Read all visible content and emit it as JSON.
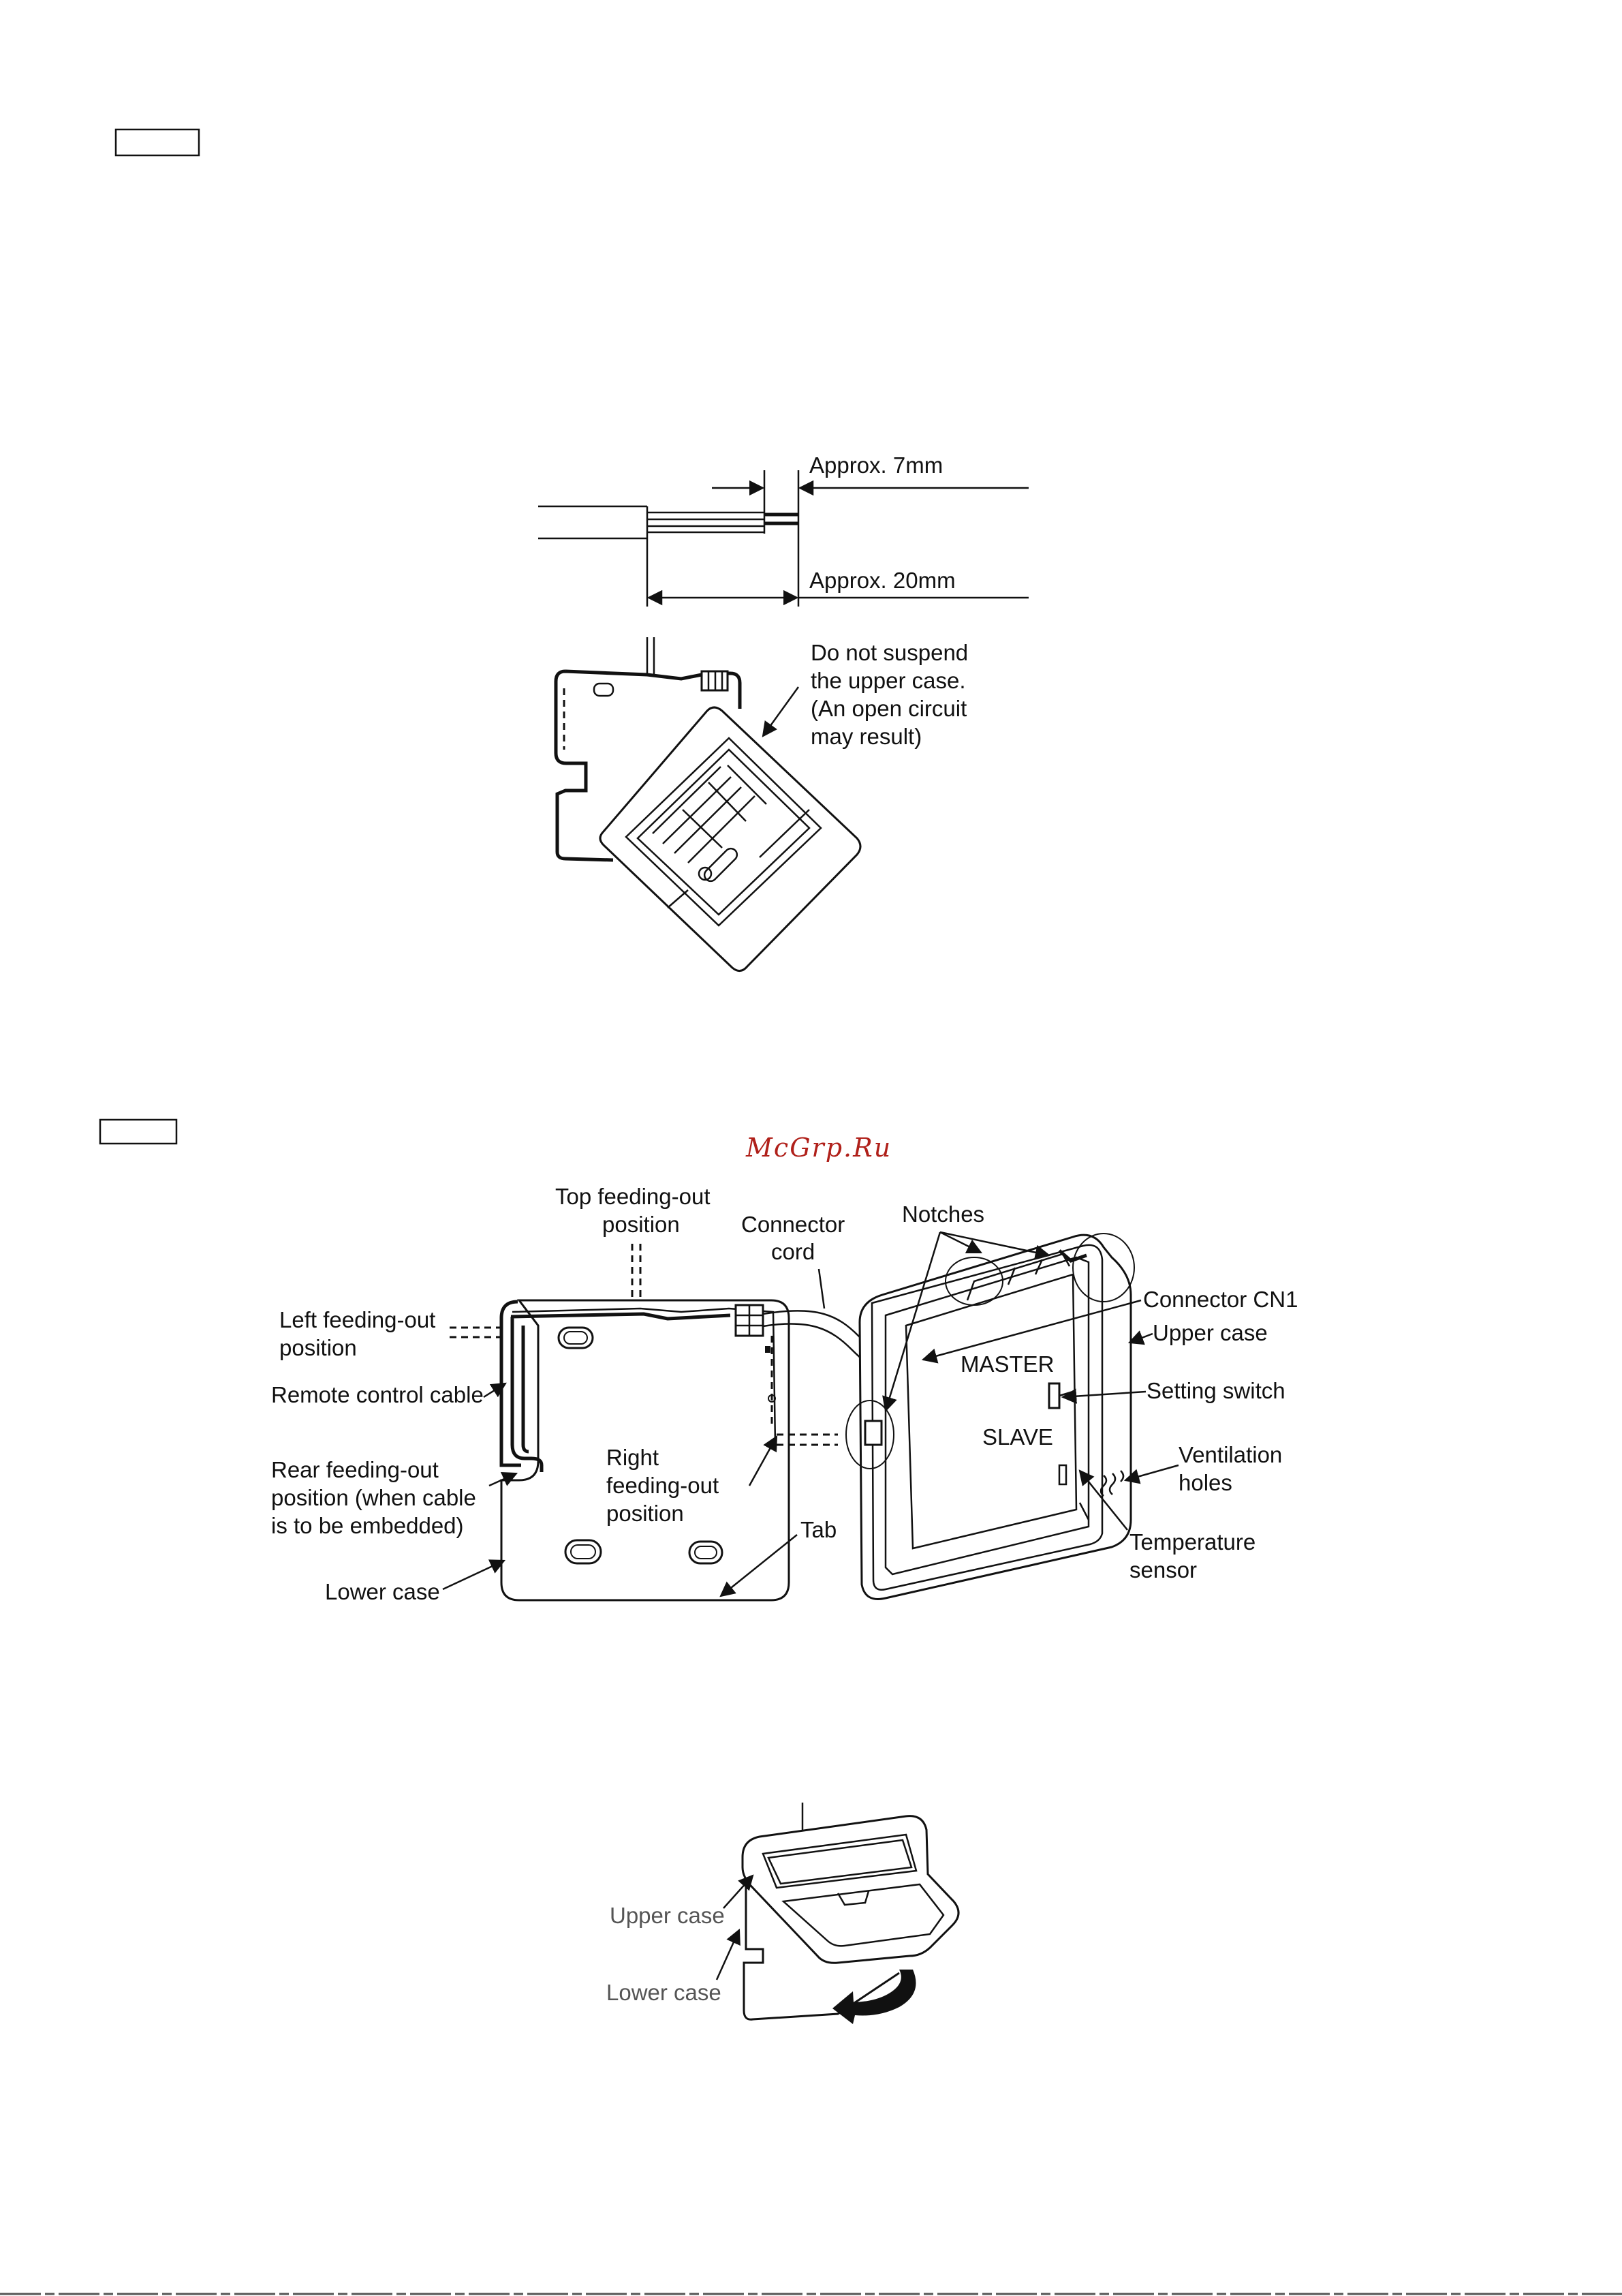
{
  "watermark": "McGrp.Ru",
  "watermark_color": "#b0201a",
  "figure1": {
    "dim_7mm": "Approx. 7mm",
    "dim_20mm": "Approx. 20mm",
    "warning": [
      "Do not suspend",
      "the upper case.",
      "(An open circuit",
      "may result)"
    ]
  },
  "figure2": {
    "top_feeding": [
      "Top feeding-out",
      "position"
    ],
    "connector_cord": [
      "Connector",
      "cord"
    ],
    "notches": "Notches",
    "connector_cn1": "Connector CN1",
    "upper_case": "Upper case",
    "left_feeding": [
      "Left feeding-out",
      "position"
    ],
    "remote_cable": "Remote control cable",
    "master": "MASTER",
    "setting_switch": "Setting switch",
    "slave": "SLAVE",
    "ventilation": [
      "Ventilation",
      "holes"
    ],
    "rear_feeding": [
      "Rear feeding-out",
      "position (when cable",
      "is to be embedded)"
    ],
    "right_feeding": [
      "Right",
      "feeding-out",
      "position"
    ],
    "tab": "Tab",
    "temperature": [
      "Temperature",
      "sensor"
    ],
    "lower_case": "Lower case"
  },
  "figure3": {
    "upper_case": "Upper case",
    "lower_case": "Lower case"
  }
}
